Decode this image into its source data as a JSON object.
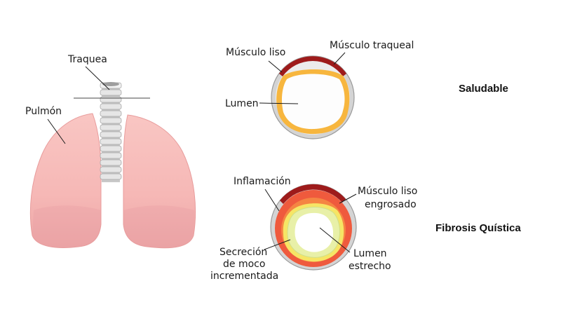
{
  "labels": {
    "trachea": "Traquea",
    "lung": "Pulmón",
    "smooth_muscle": "Músculo liso",
    "tracheal_muscle": "Músculo traqueal",
    "lumen": "Lumen",
    "inflammation": "Inflamación",
    "thick_muscle_1": "Músculo liso",
    "thick_muscle_2": "engrosado",
    "mucus_1": "Secreción",
    "mucus_2": "de moco",
    "mucus_3": "incrementada",
    "narrow_lumen_1": "Lumen",
    "narrow_lumen_2": "estrecho"
  },
  "conditions": {
    "healthy": "Saludable",
    "cystic_fibrosis": "Fibrosis Quística"
  },
  "colors": {
    "lung": "#f6b8b6",
    "cartilage": "#dcdcdc",
    "tracheal_muscle": "#9e1b1b",
    "healthy_muscle": "#f7b63e",
    "inflammation": "#f0633f",
    "mucus": "#e8f0a8"
  }
}
